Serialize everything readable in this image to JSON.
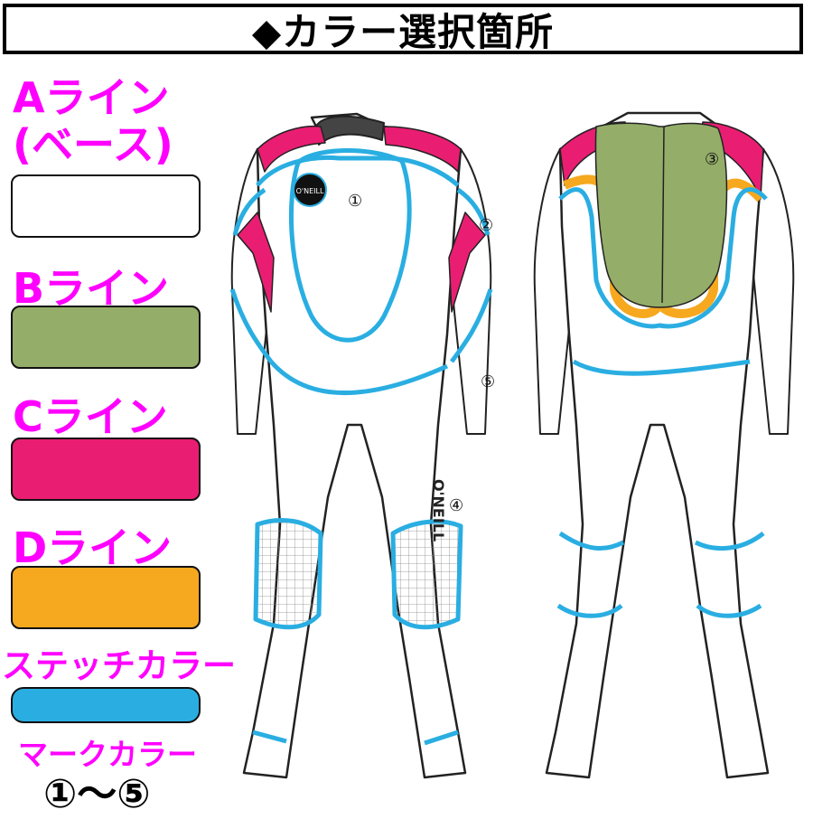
{
  "title": "◆カラー選択箇所",
  "legend": [
    {
      "label_line1": "Aライン",
      "label_line2": "(ベース)",
      "color": "#ffffff"
    },
    {
      "label_line1": "Bライン",
      "color": "#94ad69"
    },
    {
      "label_line1": "Cライン",
      "color": "#e91e72"
    },
    {
      "label_line1": "Dライン",
      "color": "#f6a81f"
    },
    {
      "label_line1": "ステッチカラー",
      "color": "#2aaee2"
    },
    {
      "label_line1": "マークカラー"
    }
  ],
  "mark_range": "①～⑤",
  "suit": {
    "brand": "O'NEILL",
    "marks": [
      "①",
      "②",
      "③",
      "④",
      "⑤"
    ],
    "colors": {
      "base": "#ffffff",
      "b": "#94ad69",
      "c": "#e91e72",
      "d": "#f6a81f",
      "stitch": "#2aaee2",
      "outline": "#222222"
    }
  }
}
